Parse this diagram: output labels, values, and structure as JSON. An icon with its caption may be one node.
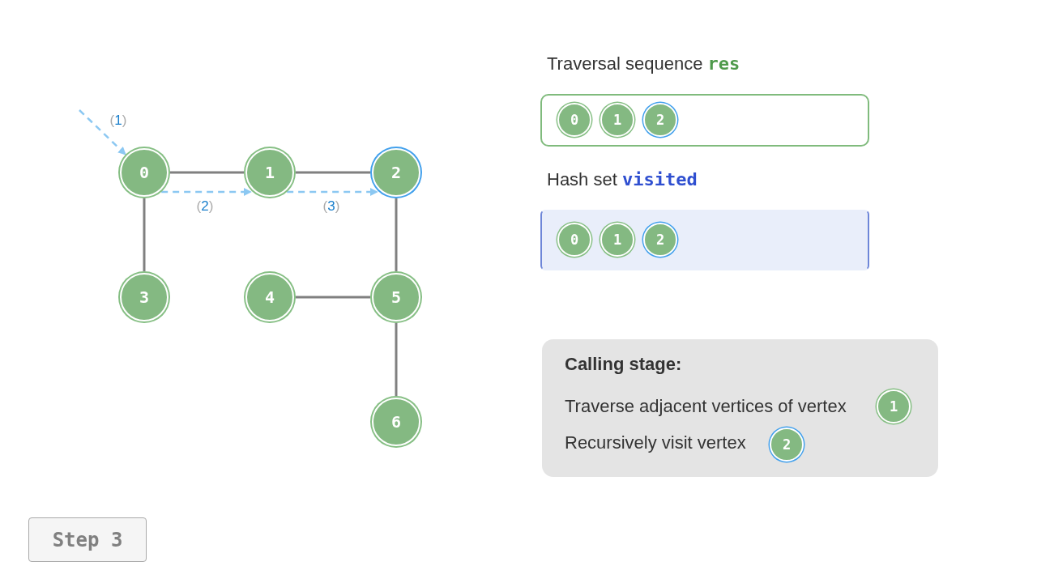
{
  "diagram": {
    "nodes": [
      {
        "text": [
          "0"
        ]
      },
      {
        "text": [
          "1"
        ]
      },
      {
        "text": [
          "2"
        ]
      },
      {
        "text": [
          "3"
        ]
      },
      {
        "text": [
          "4"
        ]
      },
      {
        "text": [
          "5"
        ]
      },
      {
        "text": [
          "6"
        ]
      },
      {
        "text": [
          "Traversal sequence **res**"
        ]
      },
      {
        "text": [
          "0"
        ],
        "in": 7
      },
      {
        "text": [
          "1"
        ],
        "in": 7
      },
      {
        "text": [
          "2"
        ],
        "in": 7
      },
      {
        "text": [
          "Hash set **visited**"
        ]
      },
      {
        "text": [
          "0"
        ],
        "in": 11
      },
      {
        "text": [
          "1"
        ],
        "in": 11
      },
      {
        "text": [
          "2"
        ],
        "in": 11
      },
      {
        "text": [
          "Calling stage:",
          "Traverse adjacent vertices of vertex",
          "Recursively visit vertex"
        ]
      },
      {
        "text": [
          "1"
        ],
        "in": 15
      },
      {
        "text": [
          "2"
        ],
        "in": 15
      }
    ],
    "edges": [
      {
        "from": 0,
        "to": 1,
        "arrow": "none"
      },
      {
        "from": 1,
        "to": 2,
        "arrow": "none"
      },
      {
        "from": 0,
        "to": 3,
        "arrow": "none"
      },
      {
        "from": 2,
        "to": 5,
        "arrow": "none"
      },
      {
        "from": 4,
        "to": 5,
        "arrow": "none"
      },
      {
        "from": 5,
        "to": 6,
        "arrow": "none"
      },
      {
        "from": null,
        "to": 0,
        "arrow": "to",
        "label": "(1)",
        "style": "dashed",
        "color": "#8cc8f2"
      },
      {
        "from": 0,
        "to": 1,
        "arrow": "to",
        "label": "(2)",
        "style": "dashed",
        "color": "#8cc8f2"
      },
      {
        "from": 1,
        "to": 2,
        "arrow": "to",
        "label": "(3)",
        "style": "dashed",
        "color": "#8cc8f2"
      }
    ],
    "labels": [
      "Step 3"
    ]
  }
}
